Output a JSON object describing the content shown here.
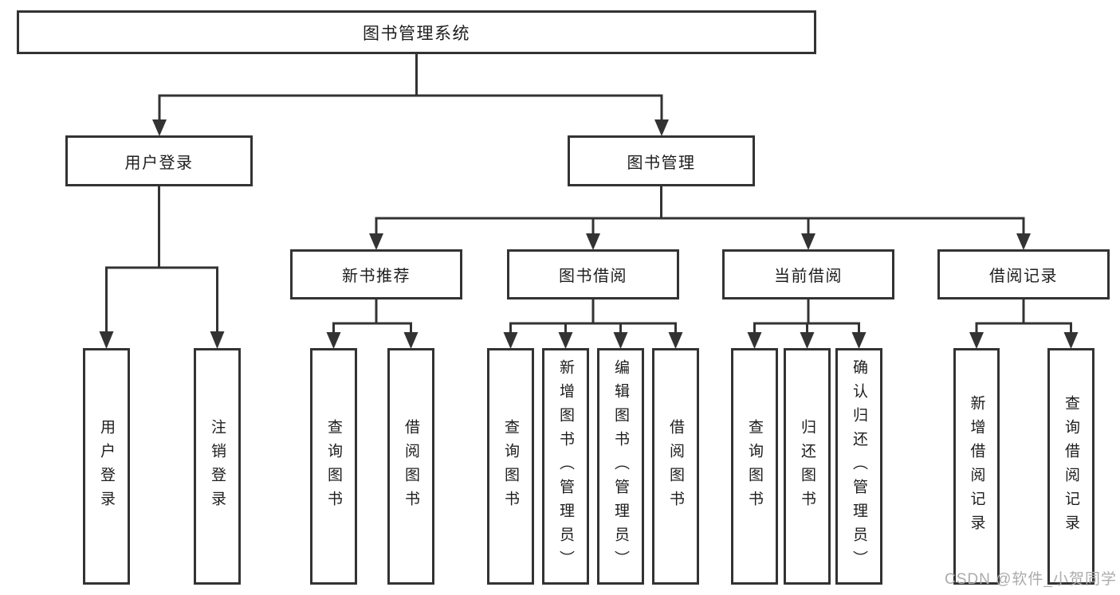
{
  "diagram": {
    "root": {
      "label": "图书管理系统"
    },
    "level2": [
      {
        "label": "用户登录",
        "children": [
          {
            "label": "用户登录"
          },
          {
            "label": "注销登录"
          }
        ]
      },
      {
        "label": "图书管理",
        "children": [
          {
            "label": "新书推荐",
            "children": [
              {
                "label": "查询图书"
              },
              {
                "label": "借阅图书"
              }
            ]
          },
          {
            "label": "图书借阅",
            "children": [
              {
                "label": "查询图书"
              },
              {
                "label": "新增图书（管理员）"
              },
              {
                "label": "编辑图书（管理员）"
              },
              {
                "label": "借阅图书"
              }
            ]
          },
          {
            "label": "当前借阅",
            "children": [
              {
                "label": "查询图书"
              },
              {
                "label": "归还图书"
              },
              {
                "label": "确认归还（管理员）"
              }
            ]
          },
          {
            "label": "借阅记录",
            "children": [
              {
                "label": "新增借阅记录"
              },
              {
                "label": "查询借阅记录"
              }
            ]
          }
        ]
      }
    ]
  },
  "watermark": {
    "text": "CSDN @软件_小贺同学"
  },
  "colors": {
    "line": "#333333",
    "box_border": "#333333",
    "box_fill": "#ffffff",
    "text": "#1d1d1d",
    "watermark": "#ababab"
  }
}
